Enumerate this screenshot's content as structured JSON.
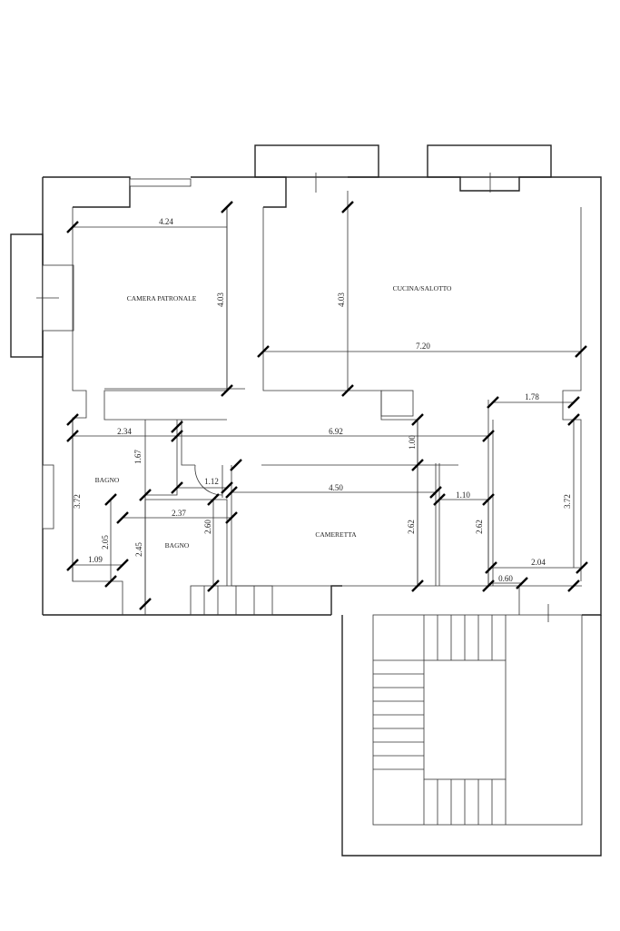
{
  "rooms": {
    "camera_patronale": "CAMERA PATRONALE",
    "cucina_salotto": "CUCINA/SALOTTO",
    "bagno_1": "BAGNO",
    "bagno_2": "BAGNO",
    "cameretta": "CAMERETTA"
  },
  "dimensions": {
    "camera_width": "4.24",
    "camera_depth": "4.03",
    "cucina_depth": "4.03",
    "cucina_width": "7.20",
    "right_room_top": "1.78",
    "bagno1_top": "2.34",
    "corridor_length": "6.92",
    "corridor_height": "1.00",
    "bagno1_upper": "1.67",
    "door_width": "1.12",
    "cameretta_width": "4.50",
    "closet_width": "1.10",
    "left_height": "3.72",
    "right_height": "3.72",
    "bagno1_lower": "2.05",
    "bagno2_width": "2.37",
    "bagno2_right": "2.60",
    "bagno2_left": "2.45",
    "cameretta_depth": "2.62",
    "closet_depth": "2.62",
    "bagno1_bottom": "1.09",
    "right_room_bottom": "2.04",
    "gap": "0.60"
  }
}
